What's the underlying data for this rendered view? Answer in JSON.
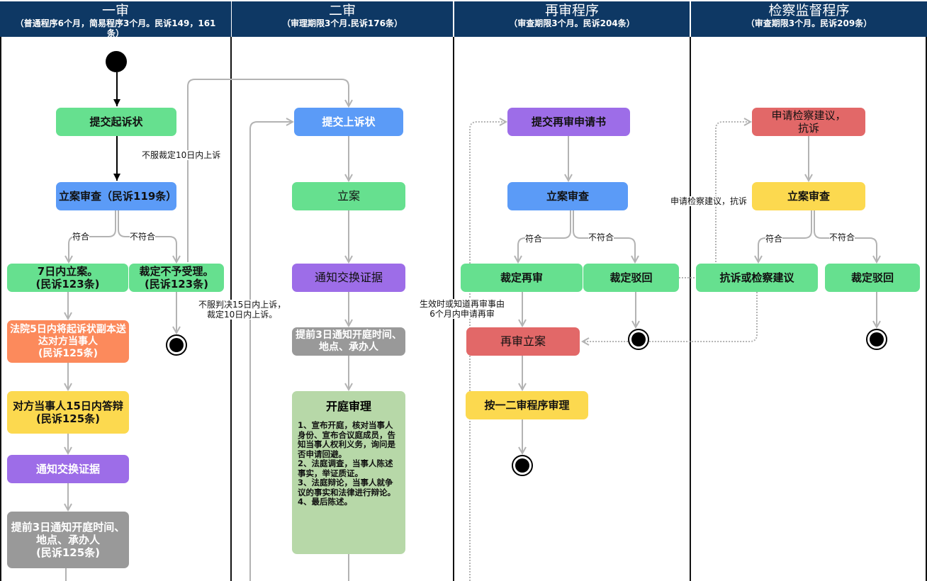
{
  "lanes": [
    {
      "title": "一审",
      "subtitle": "（普通程序6个月，简易程序3个月。民诉149，161条）"
    },
    {
      "title": "二审",
      "subtitle": "（审理期限3个月.民诉176条）"
    },
    {
      "title": "再审程序",
      "subtitle": "（审查期限3个月。民诉204条）"
    },
    {
      "title": "检察监督程序",
      "subtitle": "（审查期限3个月。民诉209条）"
    }
  ],
  "nodes": {
    "l1_submit": "提交起诉状",
    "l1_review": "立案审查（民诉119条）",
    "l1_file7": "7日内立案。\n(民诉123条)",
    "l1_reject": "裁定不予受理。\n(民诉123条)",
    "l1_serve": "法院5日内将起诉状副本送达对方当事人\n(民诉125条)",
    "l1_answer": "对方当事人15日内答辩\n(民诉125条)",
    "l1_evidence": "通知交换证据",
    "l1_notice": "提前3日通知开庭时间、地点、承办人\n(民诉125条)",
    "l2_appeal": "提交上诉状",
    "l2_file": "立案",
    "l2_evidence": "通知交换证据",
    "l2_notice": "提前3日通知开庭时间、地点、承办人",
    "l2_trial_title": "开庭审理",
    "l2_trial_body": "1、宣布开庭，核对当事人身份、宣布合议庭成员，告知当事人权利义务，询问是否申请回避。\n2、法庭调查，当事人陈述事实，举证质证。\n3、法庭辩论，当事人就争议的事实和法律进行辩论。\n4、最后陈述。",
    "l3_apply": "提交再审申请书",
    "l3_review": "立案审查",
    "l3_retrial": "裁定再审",
    "l3_reject": "裁定驳回",
    "l3_filed": "再审立案",
    "l3_proc": "按一二审程序审理",
    "l4_apply": "申请检察建议，\n抗诉",
    "l4_review": "立案审查",
    "l4_protest": "抗诉或检察建议",
    "l4_reject": "裁定驳回"
  },
  "labels": {
    "meets": "符合",
    "not_meets": "不符合",
    "appeal10": "不服裁定10日内上诉",
    "appeal15": "不服判决15日内上诉，\n裁定10日内上诉。",
    "retrial_time": "生效时或知道再审事由\n6个月内申请再审",
    "procurator": "申请检察建议，抗诉"
  },
  "colors": {
    "header": "#0e3864",
    "green": "#66e08f",
    "blue": "#5b9bf7",
    "purple": "#9d6de8",
    "orange": "#fc8a5c",
    "yellow": "#fcd94f",
    "gray": "#999999",
    "red": "#e26868",
    "lightgreen": "#b7d8a8",
    "connector": "#b3b3b3"
  }
}
